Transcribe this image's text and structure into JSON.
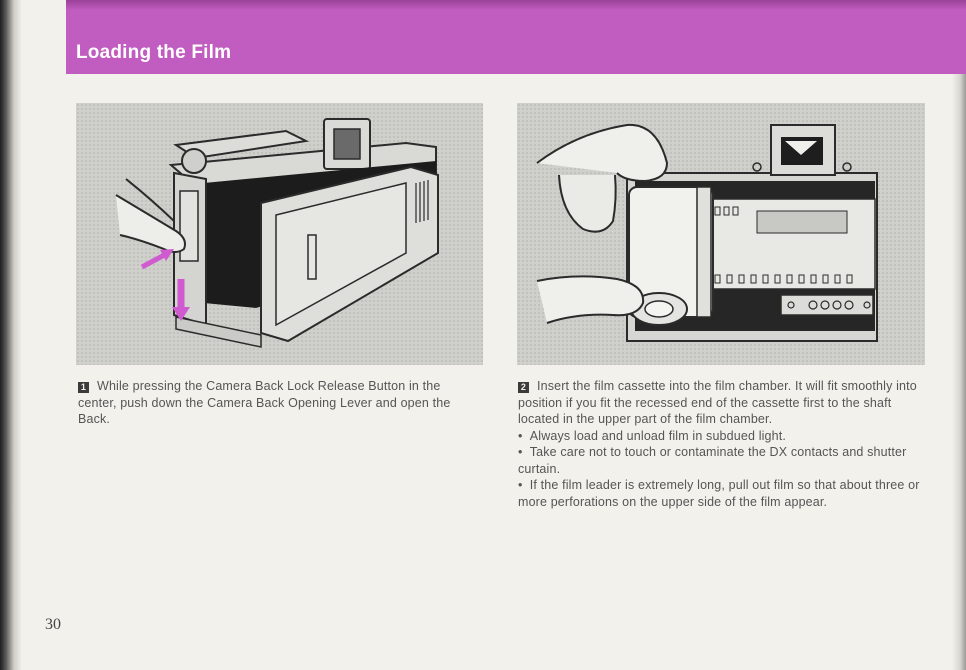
{
  "header": {
    "title": "Loading the Film",
    "color": "#c15cc0"
  },
  "left_column": {
    "step_number": "1",
    "paragraph": "While pressing the Camera Back Lock Release Button in the center, push down the Camera Back Opening Lever and open the Back."
  },
  "right_column": {
    "step_number": "2",
    "paragraph": "Insert the film cassette into the film chamber. It will fit smoothly into position if you fit the recessed end of the cassette first to the shaft located in the upper part of the film chamber.",
    "bullets": [
      "Always load and unload film in subdued light.",
      "Take care not to touch or contaminate the DX contacts and shutter curtain.",
      "If the film leader is extremely long, pull out film so that about three or more perforations on the upper side of the film appear."
    ]
  },
  "page_number": "30"
}
